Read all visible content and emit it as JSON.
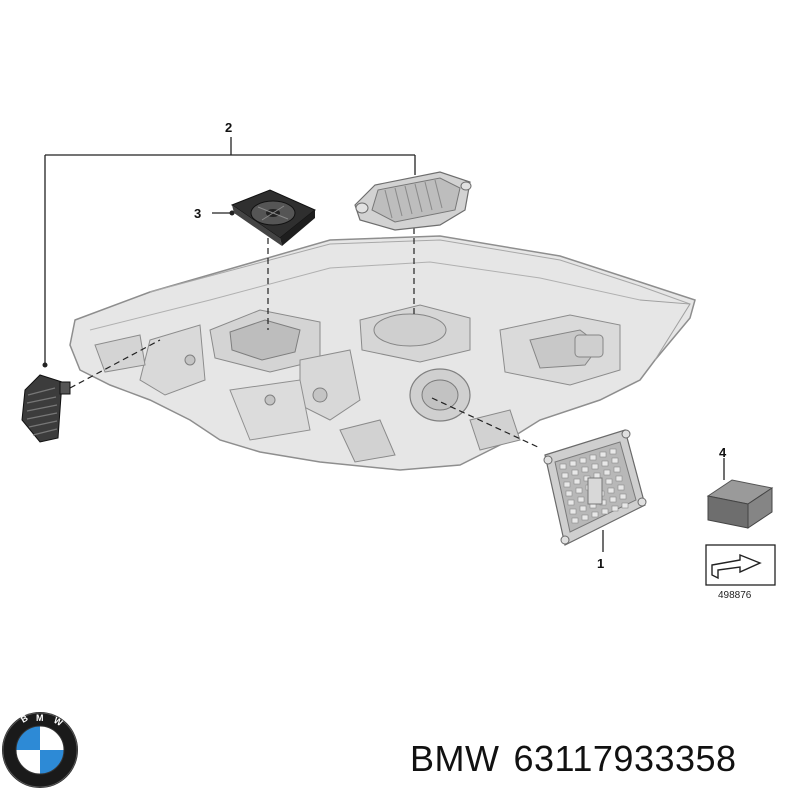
{
  "diagram": {
    "callouts": {
      "c1": "1",
      "c2": "2",
      "c3": "3",
      "c4": "4"
    },
    "figure_number": "498876"
  },
  "logo": {
    "name": "bmw-logo",
    "lettering": "BMW",
    "colors": {
      "blue": "#2d8ad6",
      "white": "#ffffff",
      "ring": "#1a1a1a"
    }
  },
  "caption": {
    "brand": "BMW",
    "part_number": "63117933358"
  },
  "colors": {
    "housing": "#e4e4e4",
    "housing_line": "#9a9a9a",
    "dark_part": "#3a3a3a"
  }
}
